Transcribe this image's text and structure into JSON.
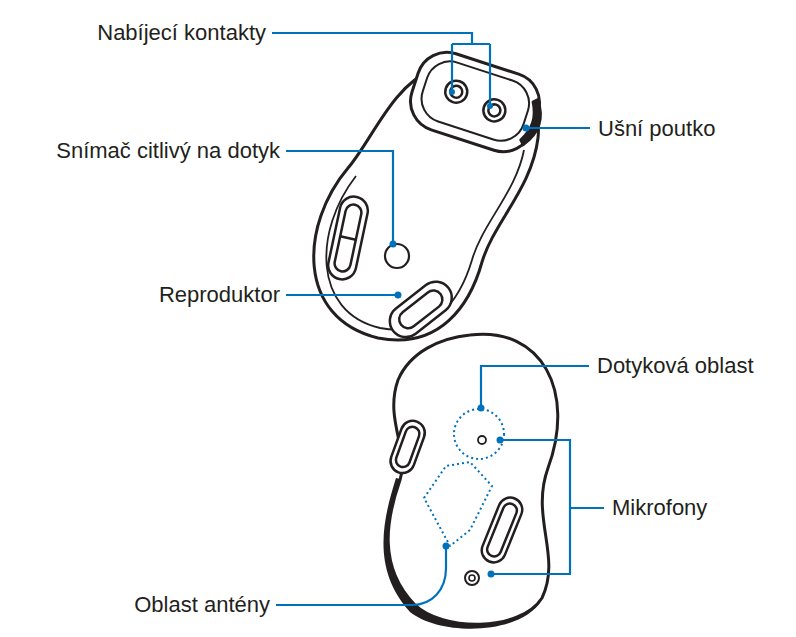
{
  "diagram": {
    "labels": [
      "Nabíjecí kontakty",
      "Ušní poutko",
      "Snímač citlivý na dotyk",
      "Reproduktor",
      "Dotyková oblast",
      "Mikrofony",
      "Oblast antény"
    ]
  }
}
